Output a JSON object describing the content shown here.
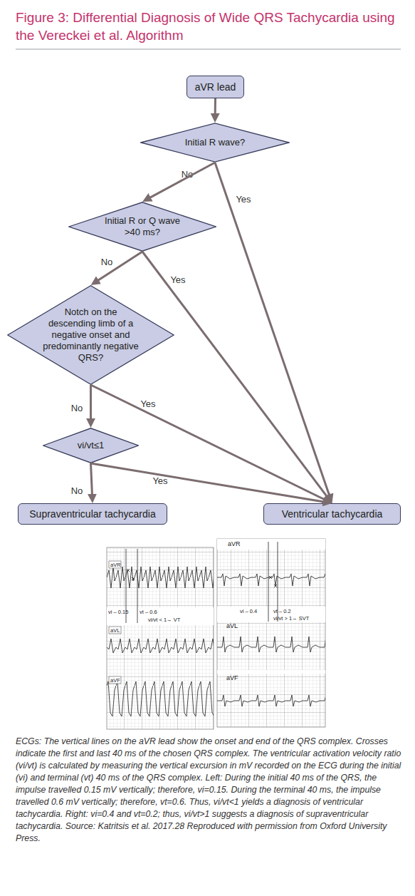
{
  "diagram": {
    "title": "Figure 3: Differential Diagnosis of Wide QRS Tachycardia using the Vereckei et al. Algorithm",
    "caption": "ECGs: The vertical lines on the aVR lead show the onset and end of the QRS complex. Crosses indicate the first and last 40 ms of the chosen QRS complex. The ventricular activation velocity ratio (vi/vt) is calculated by measuring the vertical excursion in mV recorded on the ECG during the initial (vi) and terminal (vt) 40 ms of the QRS complex. Left: During the initial 40 ms of the QRS, the impulse travelled 0.15 mV vertically; therefore, vi=0.15. During the terminal 40 ms, the impulse travelled 0.6 mV vertically; therefore, vt=0.6. Thus, vi/vt<1 yields a diagnosis of ventricular tachycardia. Right: vi=0.4 and vt=0.2; thus, vi/vt>1 suggests a diagnosis of supraventricular tachycardia. Source: Katritsis et al. 2017.28 Reproduced with permission from Oxford University Press.",
    "nodes": [
      {
        "text": [
          "aVR lead"
        ]
      },
      {
        "text": [
          "Initial R wave?"
        ]
      },
      {
        "text": [
          "Initial R or Q wave >40 ms?"
        ]
      },
      {
        "text": [
          "Notch on the descending limb of a negative onset and predominantly negative QRS?"
        ]
      },
      {
        "text": [
          "vi/vt≤1"
        ]
      },
      {
        "text": [
          "Supraventricular tachycardia"
        ]
      },
      {
        "text": [
          "Ventricular tachycardia"
        ]
      }
    ],
    "edges": [
      {
        "from": 0,
        "to": 1,
        "arrow": "to"
      },
      {
        "from": 1,
        "to": 2,
        "label": "No",
        "arrow": "to"
      },
      {
        "from": 1,
        "to": 6,
        "label": "Yes",
        "arrow": "to"
      },
      {
        "from": 2,
        "to": 3,
        "label": "No",
        "arrow": "to"
      },
      {
        "from": 2,
        "to": 6,
        "label": "Yes",
        "arrow": "to"
      },
      {
        "from": 3,
        "to": 4,
        "label": "No",
        "arrow": "to"
      },
      {
        "from": 3,
        "to": 6,
        "label": "Yes",
        "arrow": "to"
      },
      {
        "from": 4,
        "to": 5,
        "label": "No",
        "arrow": "to"
      },
      {
        "from": 4,
        "to": 6,
        "label": "Yes",
        "arrow": "to"
      }
    ],
    "labels": [
      "aVR",
      "vi – 0.15",
      "vt – 0.6",
      "vi/vt < 1→ VT",
      "aVL",
      "aVF",
      "aVR",
      "vi – 0.4",
      "vt – 0.2",
      "vi/vt > 1→ SVT",
      "aVL",
      "aVF"
    ]
  }
}
